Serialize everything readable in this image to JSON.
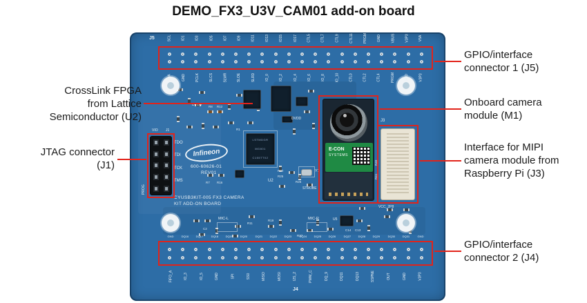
{
  "title": "DEMO_FX3_U3V_CAM01 add-on board",
  "colors": {
    "annotation_red": "#e2231a",
    "board_blue": "#2d6da6"
  },
  "annotations": {
    "left": [
      {
        "lines": [
          "CrossLink FPGA",
          "from Lattice",
          "Semiconductor (U2)"
        ]
      },
      {
        "lines": [
          "JTAG connector",
          "(J1)"
        ]
      }
    ],
    "right": [
      {
        "lines": [
          "GPIO/interface",
          "connector 1 (J5)"
        ]
      },
      {
        "lines": [
          "Onboard camera",
          "module (M1)"
        ]
      },
      {
        "lines": [
          "Interface for MIPI",
          "camera module from",
          "Raspberry Pi (J3)"
        ]
      },
      {
        "lines": [
          "GPIO/interface",
          "connector 2 (J4)"
        ]
      }
    ]
  },
  "board": {
    "connector_j5": "J5",
    "connector_j4": "J4",
    "connector_j1": "J1",
    "connector_j3": "J3",
    "logo": "Infineon",
    "part_number": "600-60626-01",
    "revision": "REV01",
    "name_line1": "CYUSB3KIT-005 FX3 CAMERA",
    "name_line2": "KIT ADD-ON BOARD",
    "jtag_pin_labels": [
      "TDO",
      "TDI",
      "TCK",
      "TMS"
    ],
    "jtag_vio": "VIO",
    "jtag_prog": "PROG",
    "fpga_refdes": "U2",
    "fpga_marking": [
      "LSTMDGR",
      "MG801",
      "C155TT02"
    ],
    "crystal": "Y1",
    "strobe": "STROBE",
    "mic_left": "MIC-L",
    "mic_right": "MIC-R",
    "dvdd": "DVDD",
    "vcc_2p8": "VCC_2P8",
    "u5": "U5",
    "camera_label_line1": "E-CON",
    "camera_label_line2": "SYSTEMS",
    "j5_labels_above": [
      "SCL",
      "IO1",
      "IO3",
      "IO5",
      "IO7",
      "IO9",
      "IO11",
      "IO13",
      "IO15",
      "IO17",
      "CTL5",
      "CTL7",
      "CTL9",
      "CTL11",
      "PRGM",
      "GND",
      "VBUS",
      "V3P3",
      "V5A"
    ],
    "j5_labels_below": [
      "SDA",
      "GND",
      "PCLK",
      "SLCS",
      "SLWR",
      "SLOE",
      "SLRD",
      "IO_0",
      "IO_2",
      "IO_4",
      "IO_6",
      "IO_8",
      "IO_10",
      "CTL0",
      "CTL2",
      "CTL4",
      "PRGM",
      "GND",
      "V3P3"
    ],
    "j4_labels_above": [
      "GND",
      "DQ16",
      "DQ17",
      "DQ18",
      "DQ19",
      "DQ20",
      "DQ21",
      "DQ22",
      "DQ23",
      "DQ24",
      "DQ25",
      "DQ26",
      "DQ27",
      "DQ28",
      "DQ29",
      "DQ30",
      "DQ31",
      "GND"
    ],
    "j4_labels_below": [
      "FIFO_A",
      "IO_3",
      "IO_5",
      "GND",
      "SPI",
      "SS0",
      "MISO",
      "MOSI",
      "I2S_2",
      "PWM_C",
      "DQ_9",
      "DQ11",
      "DQ13",
      "SSPNE",
      "OUT",
      "GND",
      "V3P3"
    ],
    "refdes_small": [
      "R8",
      "R12",
      "R1",
      "R7",
      "R16",
      "R30",
      "R25",
      "R19",
      "C2",
      "R11",
      "R37",
      "R36",
      "C13",
      "C14",
      "R40",
      "R41",
      "R26"
    ]
  }
}
